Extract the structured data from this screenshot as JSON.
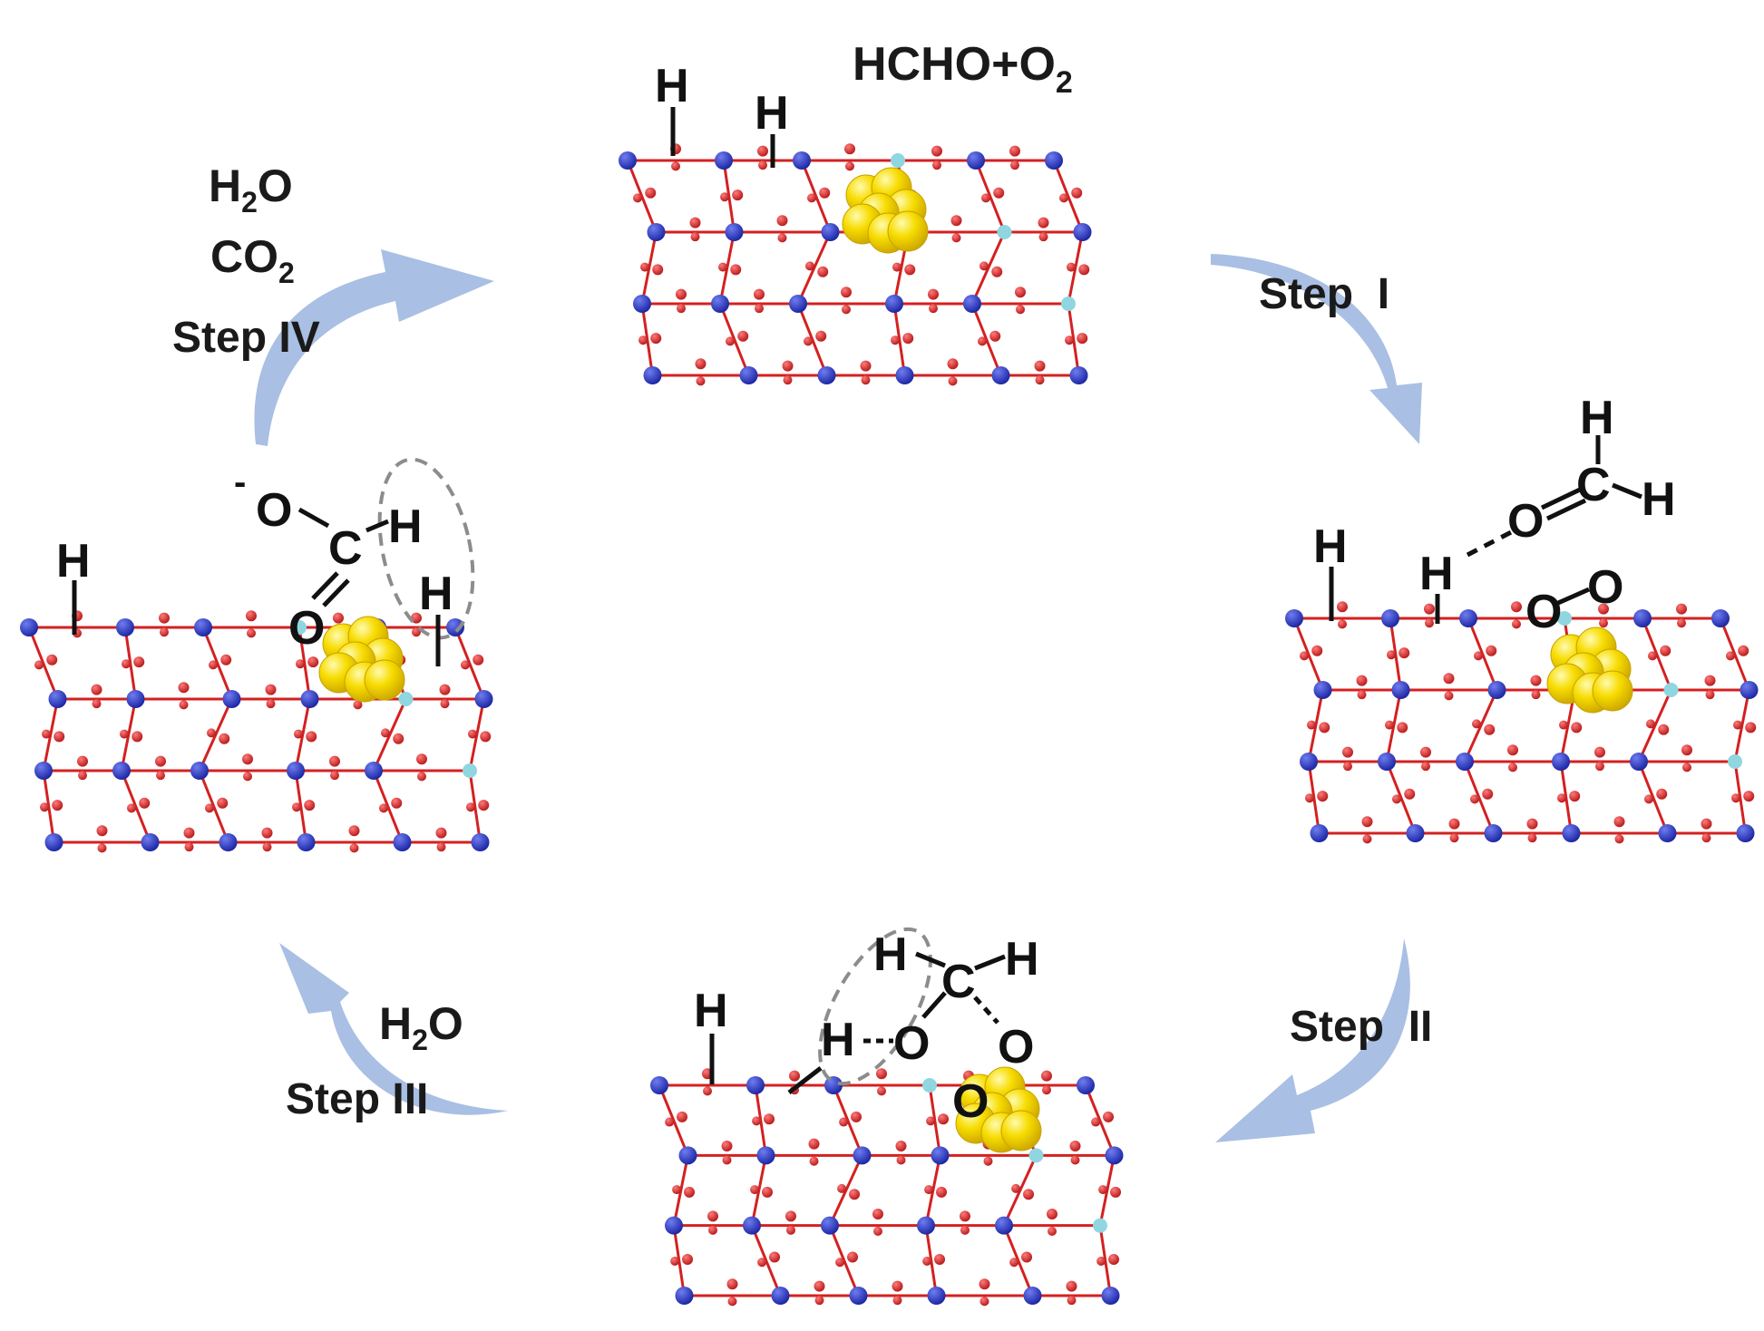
{
  "colors": {
    "arrow": "#a9bfe3",
    "oxygen": "#d42020",
    "metal": "#1f2fc8",
    "dopant": "#8fd6e0",
    "gold": "#f7dc00",
    "bond": "#111111",
    "dashed_ellipse": "#8c8c8c"
  },
  "top_panel": {
    "reactants": "HCHO+O",
    "reactants_sub": "2",
    "h_atoms": [
      "H",
      "H"
    ]
  },
  "step1": {
    "label": "Step  I"
  },
  "step2": {
    "label": "Step  II"
  },
  "step3": {
    "label": "Step III",
    "product": "H",
    "product_sub": "2",
    "product_tail": "O"
  },
  "step4": {
    "label": "Step IV",
    "product1": "H",
    "product1_sub": "2",
    "product1_tail": "O",
    "product2": "CO",
    "product2_sub": "2"
  },
  "right_panel": {
    "atoms": {
      "h_left": "H",
      "h_mid": "H",
      "o_formaldehyde": "O",
      "c": "C",
      "h_top": "H",
      "h_right": "H",
      "o2_a": "O",
      "o2_b": "O"
    }
  },
  "bottom_panel": {
    "atoms": {
      "h_left": "H",
      "h_hydroxyl": "H",
      "o_hydroxyl": "O",
      "c": "C",
      "h_a": "H",
      "h_b": "H",
      "o_mid": "O",
      "o_lower": "O"
    }
  },
  "left_panel": {
    "atoms": {
      "charge": "-",
      "o_anion": "O",
      "c": "C",
      "h_formate": "H",
      "o_carbonyl": "O",
      "h_surface": "H",
      "h_left": "H"
    }
  },
  "icons": [
    "cycle-arrow-icon",
    "gold-cluster-icon",
    "zeolite-lattice-icon"
  ]
}
